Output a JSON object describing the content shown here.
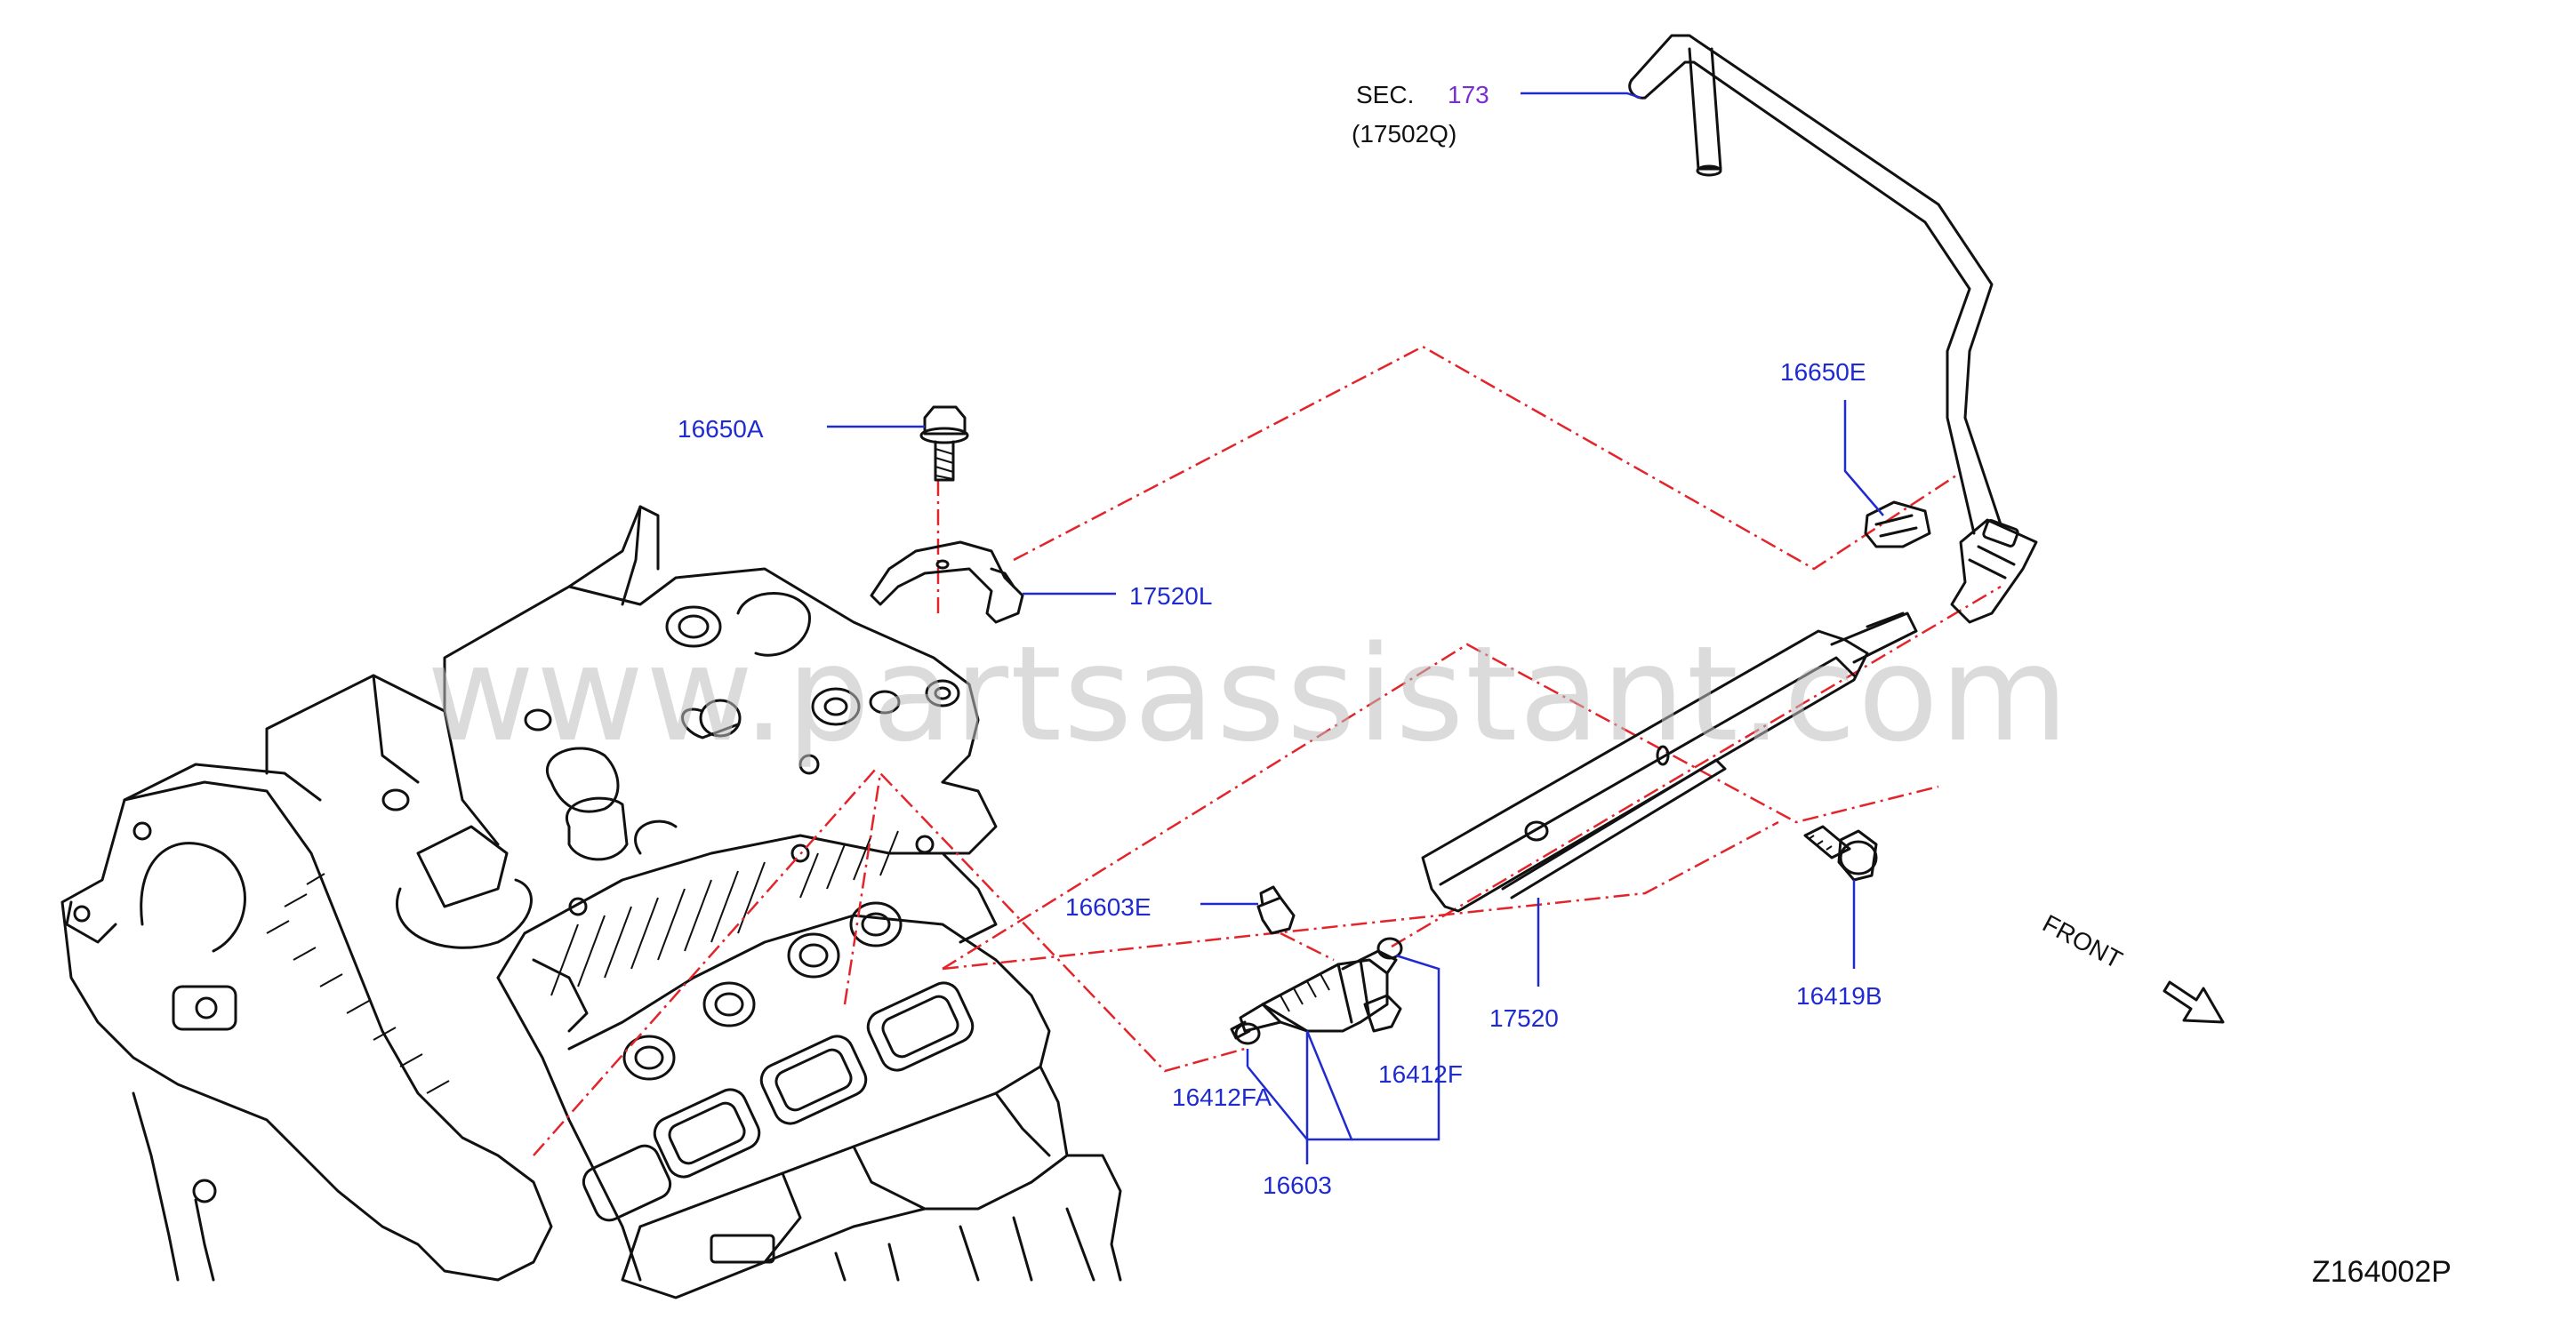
{
  "colors": {
    "label_blue": "#1f2bd1",
    "sec_purple": "#7a2fd0",
    "line_black": "#111111",
    "dashdot_red": "#e3242b",
    "watermark_gray": "#bfbfbf"
  },
  "watermark": "www.partsassistant.com",
  "diagram_code": "Z164002P",
  "front_label": "FRONT",
  "sec_ref": {
    "prefix": "SEC.",
    "number": "173",
    "sub": "(17502Q)"
  },
  "parts": [
    {
      "id": "16650A"
    },
    {
      "id": "17520L"
    },
    {
      "id": "16650E"
    },
    {
      "id": "16603E"
    },
    {
      "id": "16412FA"
    },
    {
      "id": "16412F"
    },
    {
      "id": "16603"
    },
    {
      "id": "17520"
    },
    {
      "id": "16419B"
    }
  ]
}
